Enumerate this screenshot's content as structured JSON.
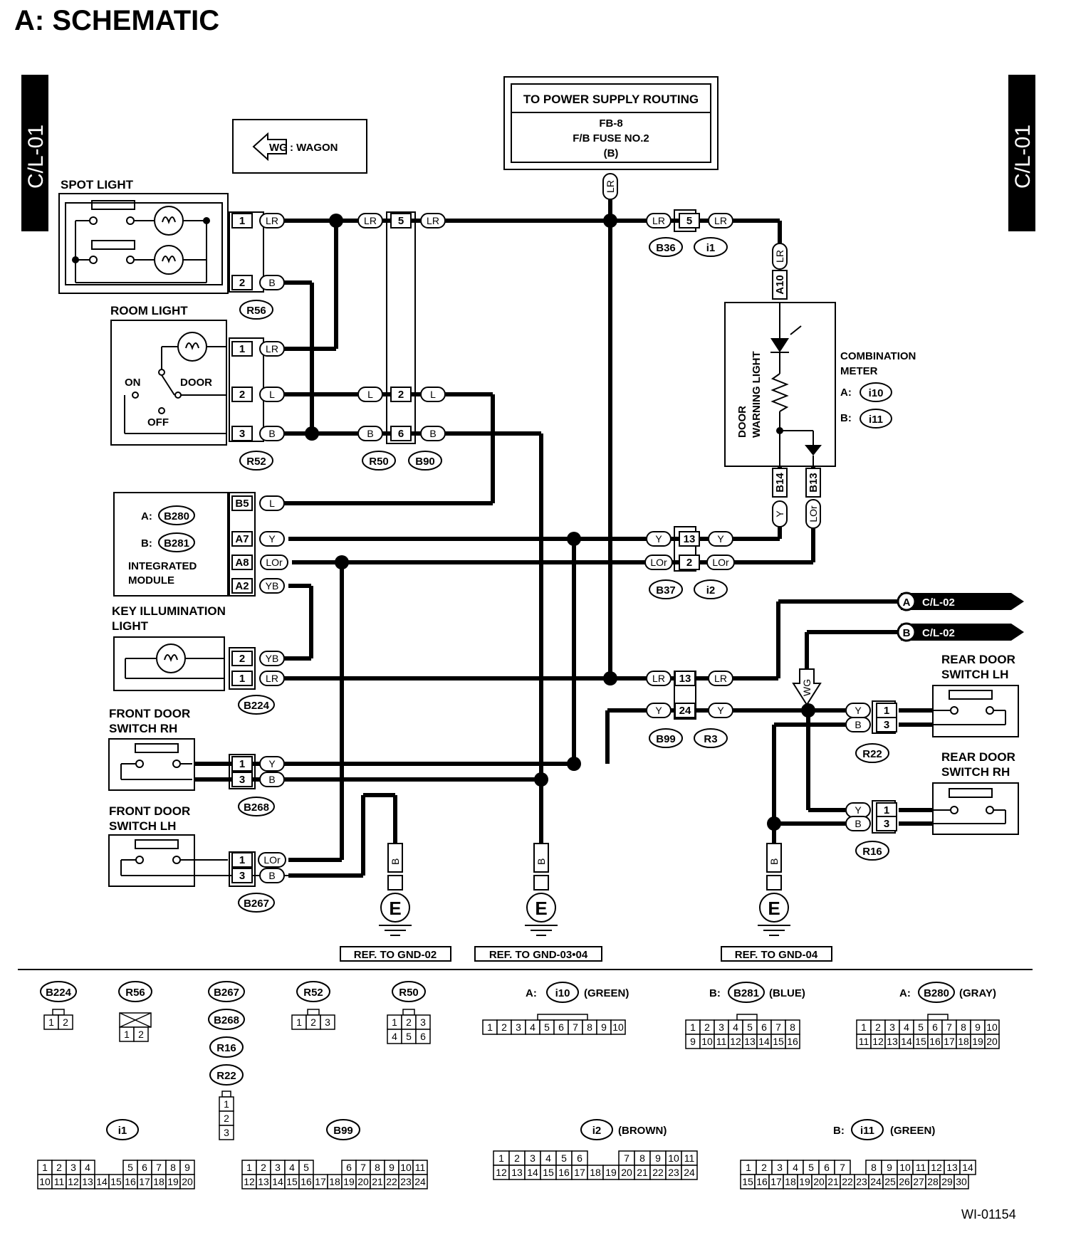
{
  "title": "A:  SCHEMATIC",
  "side_tab_left": "C/L-01",
  "side_tab_right": "C/L-01",
  "legend": {
    "tag": "WG",
    "text": ": WAGON"
  },
  "power_box": {
    "header": "TO POWER SUPPLY ROUTING",
    "line1": "FB-8",
    "line2": "F/B FUSE NO.2",
    "line3": "(B)"
  },
  "components": {
    "spot_light": "SPOT LIGHT",
    "room_light": "ROOM LIGHT",
    "room_on": "ON",
    "room_door": "DOOR",
    "room_off": "OFF",
    "module_a": "A:",
    "module_b": "B:",
    "module_line1": "INTEGRATED",
    "module_line2": "MODULE",
    "key_illum_1": "KEY ILLUMINATION",
    "key_illum_2": "LIGHT",
    "front_rh_1": "FRONT DOOR",
    "front_rh_2": "SWITCH RH",
    "front_lh_1": "FRONT DOOR",
    "front_lh_2": "SWITCH LH",
    "rear_lh_1": "REAR DOOR",
    "rear_lh_2": "SWITCH LH",
    "rear_rh_1": "REAR DOOR",
    "rear_rh_2": "SWITCH RH",
    "combo_1": "COMBINATION",
    "combo_2": "METER",
    "combo_a": "A:",
    "combo_b": "B:",
    "warn_1": "DOOR",
    "warn_2": "WARNING LIGHT"
  },
  "connectors": {
    "R56": "R56",
    "R52": "R52",
    "R50": "R50",
    "B90": "B90",
    "B36": "B36",
    "i1": "i1",
    "i10": "i10",
    "i11": "i11",
    "B280": "B280",
    "B281": "B281",
    "B37": "B37",
    "i2": "i2",
    "B224": "B224",
    "B268": "B268",
    "B267": "B267",
    "B99": "B99",
    "R3": "R3",
    "R22": "R22",
    "R16": "R16",
    "A10": "A10",
    "B14": "B14",
    "B13": "B13"
  },
  "wire_colors": {
    "LR": "LR",
    "B": "B",
    "L": "L",
    "Y": "Y",
    "LOr": "LOr",
    "YB": "YB"
  },
  "pins": {
    "p1": "1",
    "p2": "2",
    "p3": "3",
    "p5": "5",
    "p6": "6",
    "p13": "13",
    "p24": "24",
    "B5": "B5",
    "A7": "A7",
    "A8": "A8",
    "A2": "A2"
  },
  "offpage": {
    "a_letter": "A",
    "a_ref": "C/L-02",
    "b_letter": "B",
    "b_ref": "C/L-02"
  },
  "grounds": {
    "e": "E",
    "ref1": "REF. TO GND-02",
    "ref2": "REF. TO GND-03•04",
    "ref3": "REF. TO GND-04"
  },
  "faces": {
    "i10_label": "A:",
    "i10_color": "(GREEN)",
    "B281_label": "B:",
    "B281_color": "(BLUE)",
    "B280_label": "A:",
    "B280_color": "(GRAY)",
    "i2_color": "(BROWN)",
    "i11_label": "B:",
    "i11_color": "(GREEN)"
  },
  "figure_id": "WI-01154"
}
